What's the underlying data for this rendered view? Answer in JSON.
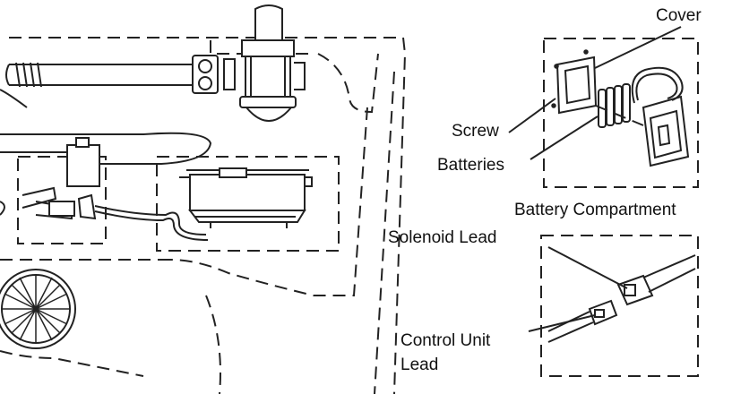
{
  "labels": {
    "cover": "Cover",
    "screw": "Screw",
    "batteries": "Batteries",
    "battery_compartment": "Battery Compartment",
    "solenoid_lead": "Solenoid Lead",
    "control_unit_lead_1": "Control Unit",
    "control_unit_lead_2": "Lead"
  },
  "colors": {
    "ink": "#222222",
    "background": "#ffffff"
  }
}
